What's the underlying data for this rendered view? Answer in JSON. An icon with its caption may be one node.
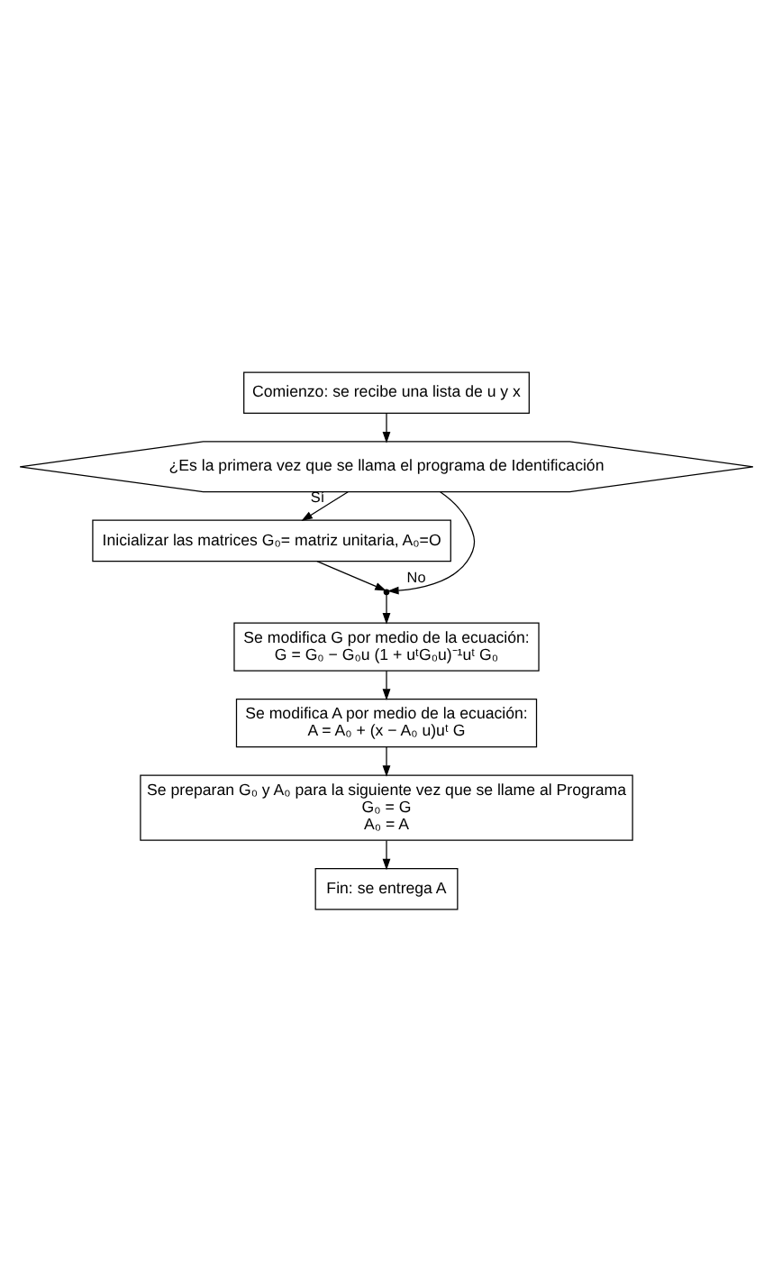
{
  "diagram": {
    "nodes": [
      {
        "text": [
          "Comienzo: se recibe una lista de u y x"
        ]
      },
      {
        "text": [
          "¿Es la primera vez que se llama el programa de Identificación"
        ]
      },
      {
        "text": [
          "Inicializar las matrices G₀= matriz unitaria, A₀=O"
        ]
      },
      {
        "text": [],
        "shape": "point"
      },
      {
        "text": [
          "Se modifica G por medio de la ecuación:",
          "G = G₀ − G₀u (1 + uᵗG₀u)⁻¹uᵗ G₀"
        ]
      },
      {
        "text": [
          "Se modifica A por medio de la ecuación:",
          "A = A₀ + (x − A₀ u)uᵗ G"
        ]
      },
      {
        "text": [
          "Se preparan G₀ y A₀ para la siguiente vez que se llame al Programa",
          "G₀ = G",
          "A₀ = A"
        ]
      },
      {
        "text": [
          "Fin: se entrega A"
        ]
      }
    ],
    "edges": [
      {
        "from": 0,
        "to": 1,
        "arrow": "to"
      },
      {
        "from": 1,
        "to": 2,
        "arrow": "to",
        "label": "Sí"
      },
      {
        "from": 1,
        "to": 3,
        "arrow": "to",
        "label": "No"
      },
      {
        "from": 2,
        "to": 3,
        "arrow": "to"
      },
      {
        "from": 3,
        "to": 4,
        "arrow": "to"
      },
      {
        "from": 4,
        "to": 5,
        "arrow": "to"
      },
      {
        "from": 5,
        "to": 6,
        "arrow": "to"
      },
      {
        "from": 6,
        "to": 7,
        "arrow": "to"
      }
    ]
  }
}
